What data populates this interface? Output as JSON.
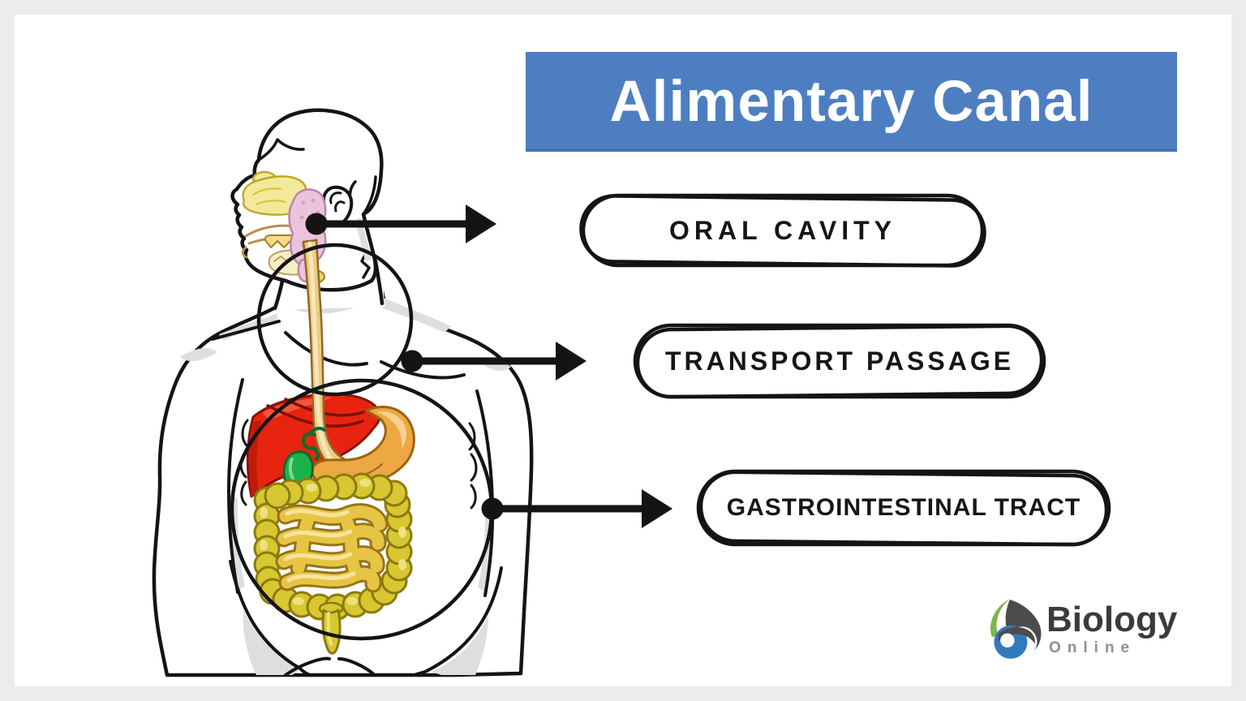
{
  "banner": {
    "title": "Alimentary Canal",
    "background_color": "#4d7ec1",
    "text_color": "#ffffff"
  },
  "callouts": [
    {
      "id": "oral-cavity",
      "label": "ORAL CAVITY"
    },
    {
      "id": "transport-passage",
      "label": "TRANSPORT PASSAGE"
    },
    {
      "id": "gastrointestinal-tract",
      "label": "GASTROINTESTINAL TRACT"
    }
  ],
  "logo": {
    "brand": "Biology",
    "subtitle": "Online",
    "brand_color": "#3b3b3d",
    "subtitle_color": "#8f8f8f",
    "leaf_color": "#7ab648",
    "swirl_color": "#4c4c4e",
    "ball_color": "#3379bd"
  },
  "illustration": {
    "description": "Side-profile human figure with cutaway head and torso showing the digestive organs; three hand-drawn circles and black dot-arrows point to the labels.",
    "ink_color": "#141414",
    "shade_color": "#dedede",
    "colors": {
      "nasal_cavity": "#f2e99b",
      "salivary_gland": "#ecc3dc",
      "teeth": "#f2dc8c",
      "esophagus": "#eecb82",
      "liver": "#e8230f",
      "stomach": "#eda843",
      "gallbladder": "#1db14c",
      "pancreas": "#edd9a6",
      "large_intestine": "#d8c730",
      "small_intestine": "#e7c544"
    },
    "organs": [
      "nasal cavity",
      "oral cavity",
      "salivary gland",
      "esophagus",
      "liver",
      "gallbladder",
      "stomach",
      "pancreas",
      "small intestine",
      "large intestine",
      "rectum"
    ]
  }
}
